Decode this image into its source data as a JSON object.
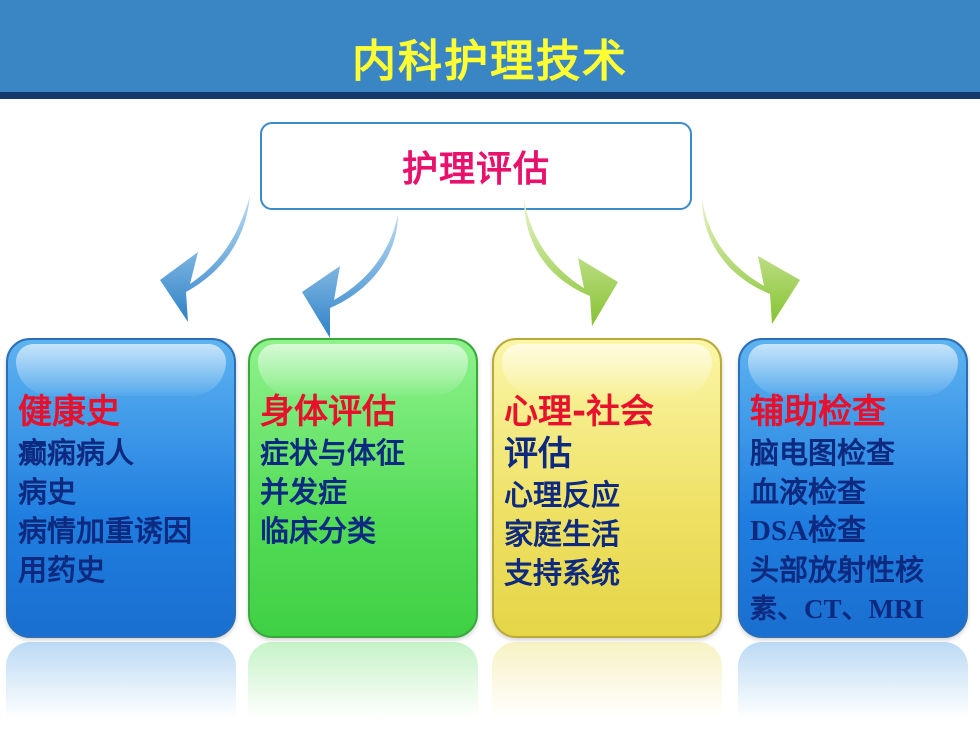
{
  "slide": {
    "title": "内科护理技术"
  },
  "diagram": {
    "root": "护理评估",
    "branches": [
      {
        "title": "健康史",
        "items": [
          "癫痫病人",
          "病史",
          "病情加重诱因",
          "用药史"
        ],
        "color": "#2a85e0"
      },
      {
        "title": "身体评估",
        "items": [
          "症状与体征",
          "并发症",
          "临床分类"
        ],
        "color": "#52d756"
      },
      {
        "title_line1": "心理-社会",
        "title_line2": "评估",
        "items": [
          "心理反应",
          "家庭生活",
          "支持系统"
        ],
        "color": "#ebdc5a"
      },
      {
        "title": "辅助检查",
        "items": [
          "脑电图检查",
          "血液检查",
          "DSA检查",
          "头部放射性核",
          "素、CT、MRI"
        ],
        "color": "#2a85e0"
      }
    ]
  },
  "colors": {
    "header": "#3a86c4",
    "title_text": "#ffff33",
    "root_text": "#e8116b",
    "branch_title": "#e8112d",
    "item_text": "#0d2a80"
  }
}
